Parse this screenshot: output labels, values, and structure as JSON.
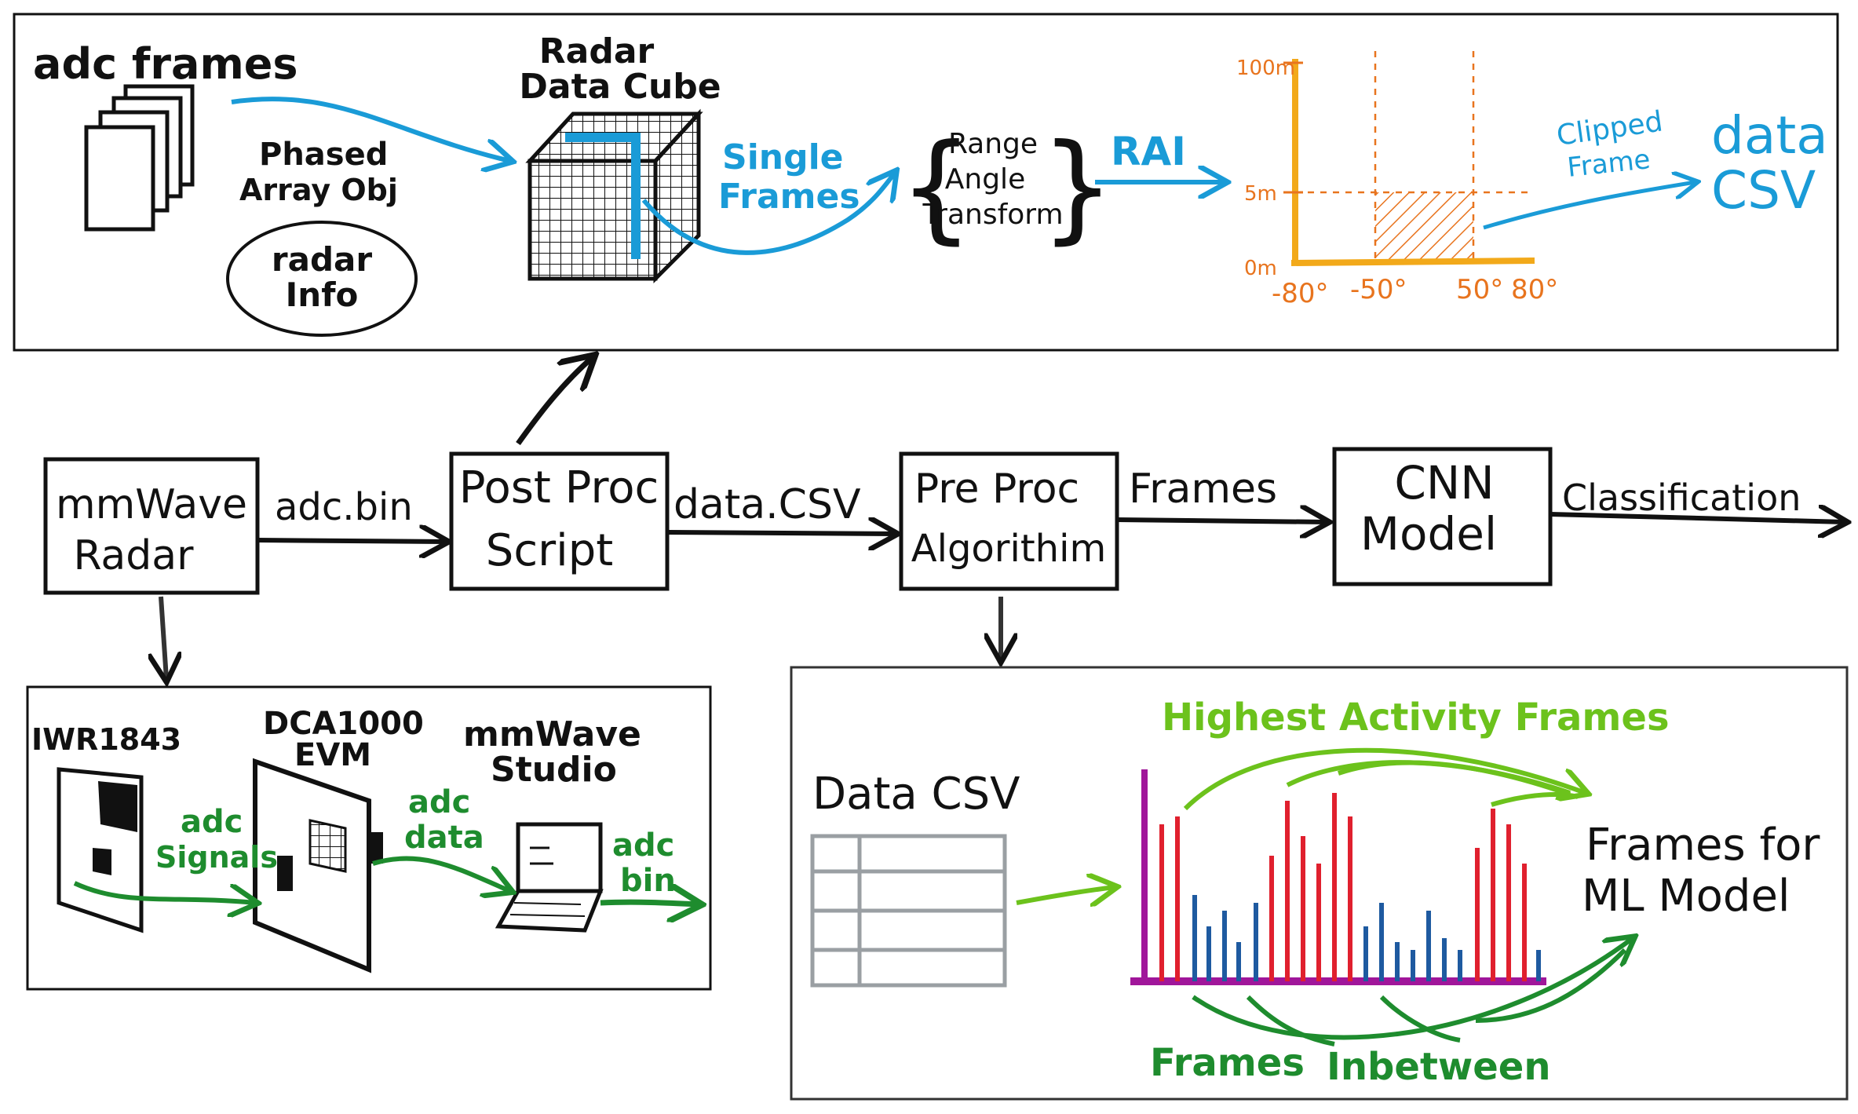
{
  "colors": {
    "ink": "#111111",
    "blue": "#1a9bd7",
    "orange": "#e8741e",
    "axis_yellow": "#f2a91a",
    "dark_green": "#1e8c2e",
    "light_green": "#6cc21c",
    "bar_red": "#e0202e",
    "bar_blue": "#1e5aa0",
    "bar_purple": "#a0169a",
    "grey": "#9a9fa3"
  },
  "top_panel": {
    "adc_frames": "adc frames",
    "radar_data_cube": [
      "Radar",
      "Data Cube"
    ],
    "phased_array": [
      "Phased",
      "Array Obj"
    ],
    "radar_info": [
      "radar",
      "Info"
    ],
    "single_frames": [
      "Single",
      "Frames"
    ],
    "transform": [
      "Range",
      "Angle",
      "Transform"
    ],
    "rai": "RAI",
    "clipped_frame": [
      "Clipped",
      "Frame"
    ],
    "data_csv": [
      "data",
      "CSV"
    ],
    "plot": {
      "y_ticks": [
        "100m",
        "5m",
        "0m"
      ],
      "x_ticks": [
        "-80°",
        "-50°",
        "50°",
        "80°"
      ]
    }
  },
  "pipeline": {
    "mmwave_radar": [
      "mmWave",
      "Radar"
    ],
    "adc_bin": "adc.bin",
    "post_proc": [
      "Post Proc",
      "Script"
    ],
    "data_csv": "data.CSV",
    "pre_proc": [
      "Pre Proc",
      "Algorithim"
    ],
    "frames": "Frames",
    "cnn": [
      "CNN",
      "Model"
    ],
    "classification": "Classification"
  },
  "hardware_panel": {
    "iwr": "IWR1843",
    "dca": [
      "DCA1000",
      "EVM"
    ],
    "studio": [
      "mmWave",
      "Studio"
    ],
    "adc_signals": [
      "adc",
      "Signals"
    ],
    "adc_data": [
      "adc",
      "data"
    ],
    "adc_bin": [
      "adc",
      "bin"
    ]
  },
  "preproc_panel": {
    "data_csv": "Data CSV",
    "highest": "Highest Activity Frames",
    "frames_for": [
      "Frames for",
      "ML Model"
    ],
    "frames_inbetween": [
      "Frames",
      "Inbetween"
    ]
  }
}
